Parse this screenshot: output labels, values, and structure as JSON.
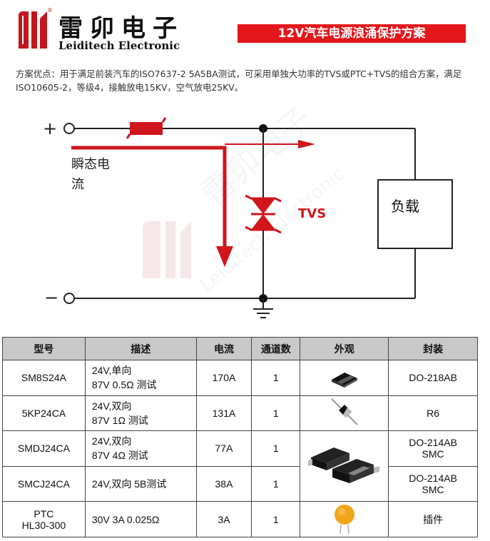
{
  "header": {
    "logo_cn": "雷卯电子",
    "logo_en": "Leiditech Electronic",
    "registered_mark": "®",
    "title": "12V汽车电源浪涌保护方案"
  },
  "intro": {
    "text": "方案优点：用于满足前装汽车的ISO7637-2 5A5BA测试，可采用单独大功率的TVS或PTC+TVS的组合方案，满足ISO10605-2，等级4，接触放电15KV，空气放电25KV。"
  },
  "circuit": {
    "plus_label": "+",
    "minus_label": "−",
    "surge_label_line1": "瞬态电",
    "surge_label_line2": "流",
    "tvs_label": "TVS",
    "load_label": "负载",
    "colors": {
      "wire": "#222222",
      "accent": "#d0161c",
      "watermark": "#ecdcdc"
    }
  },
  "table": {
    "headers": [
      "型号",
      "描述",
      "电流",
      "通道数",
      "外观",
      "封装"
    ],
    "rows": [
      {
        "model": [
          "SM8S24A"
        ],
        "desc": [
          "24V,单向",
          "87V 0.5Ω 测试"
        ],
        "current": "170A",
        "channels": "1",
        "appearance": "smd-diode-small-icon",
        "package": [
          "DO-218AB"
        ]
      },
      {
        "model": [
          "5KP24CA"
        ],
        "desc": [
          "24V,双向",
          "87V 1Ω 测试"
        ],
        "current": "131A",
        "channels": "1",
        "appearance": "axial-diode-icon",
        "package": [
          "R6"
        ]
      },
      {
        "model": [
          "SMDJ24CA"
        ],
        "desc": [
          "24V,双向",
          "87V 4Ω 测试"
        ],
        "current": "77A",
        "channels": "1",
        "appearance": "smc-package-icon",
        "package": [
          "DO-214AB",
          "SMC"
        ]
      },
      {
        "model": [
          "SMCJ24CA"
        ],
        "desc": [
          "24V,双向 5B测试"
        ],
        "current": "38A",
        "channels": "1",
        "appearance": "smc-package-icon",
        "package": [
          "DO-214AB",
          "SMC"
        ]
      },
      {
        "model": [
          "PTC",
          "HL30-300"
        ],
        "desc": [
          "30V 3A 0.025Ω"
        ],
        "current": "3A",
        "channels": "1",
        "appearance": "ptc-disc-icon",
        "package": [
          "插件"
        ]
      }
    ]
  }
}
